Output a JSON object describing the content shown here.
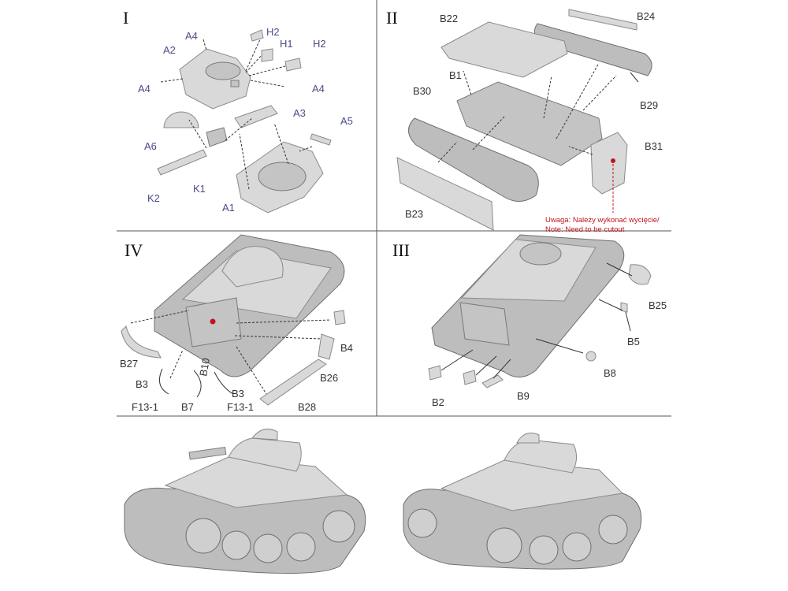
{
  "sections": {
    "s1": {
      "title": "I"
    },
    "s2": {
      "title": "II"
    },
    "s3": {
      "title": "III"
    },
    "s4": {
      "title": "IV"
    }
  },
  "labels_s1": [
    "A4",
    "H2",
    "A2",
    "H1",
    "H2",
    "A4",
    "A4",
    "A3",
    "A5",
    "A6",
    "K1",
    "K2",
    "A1"
  ],
  "labels_s2": [
    "B22",
    "B24",
    "B1",
    "B30",
    "B29",
    "B31",
    "B23"
  ],
  "labels_s3": [
    "B25",
    "B5",
    "B8",
    "B9",
    "B2"
  ],
  "labels_s4": [
    "B4",
    "B27",
    "B10",
    "B26",
    "B3",
    "B3",
    "B7",
    "F13-1",
    "F13-1",
    "B28"
  ],
  "note": {
    "line1": "Uwaga: Należy wykonać wycięcie/",
    "line2": "Note: Need to be cutout",
    "color": "#c0141b"
  },
  "colors": {
    "label_blue": "#4b4b8a",
    "label_dark": "#333333",
    "model_grey": "#d9d9d9"
  }
}
